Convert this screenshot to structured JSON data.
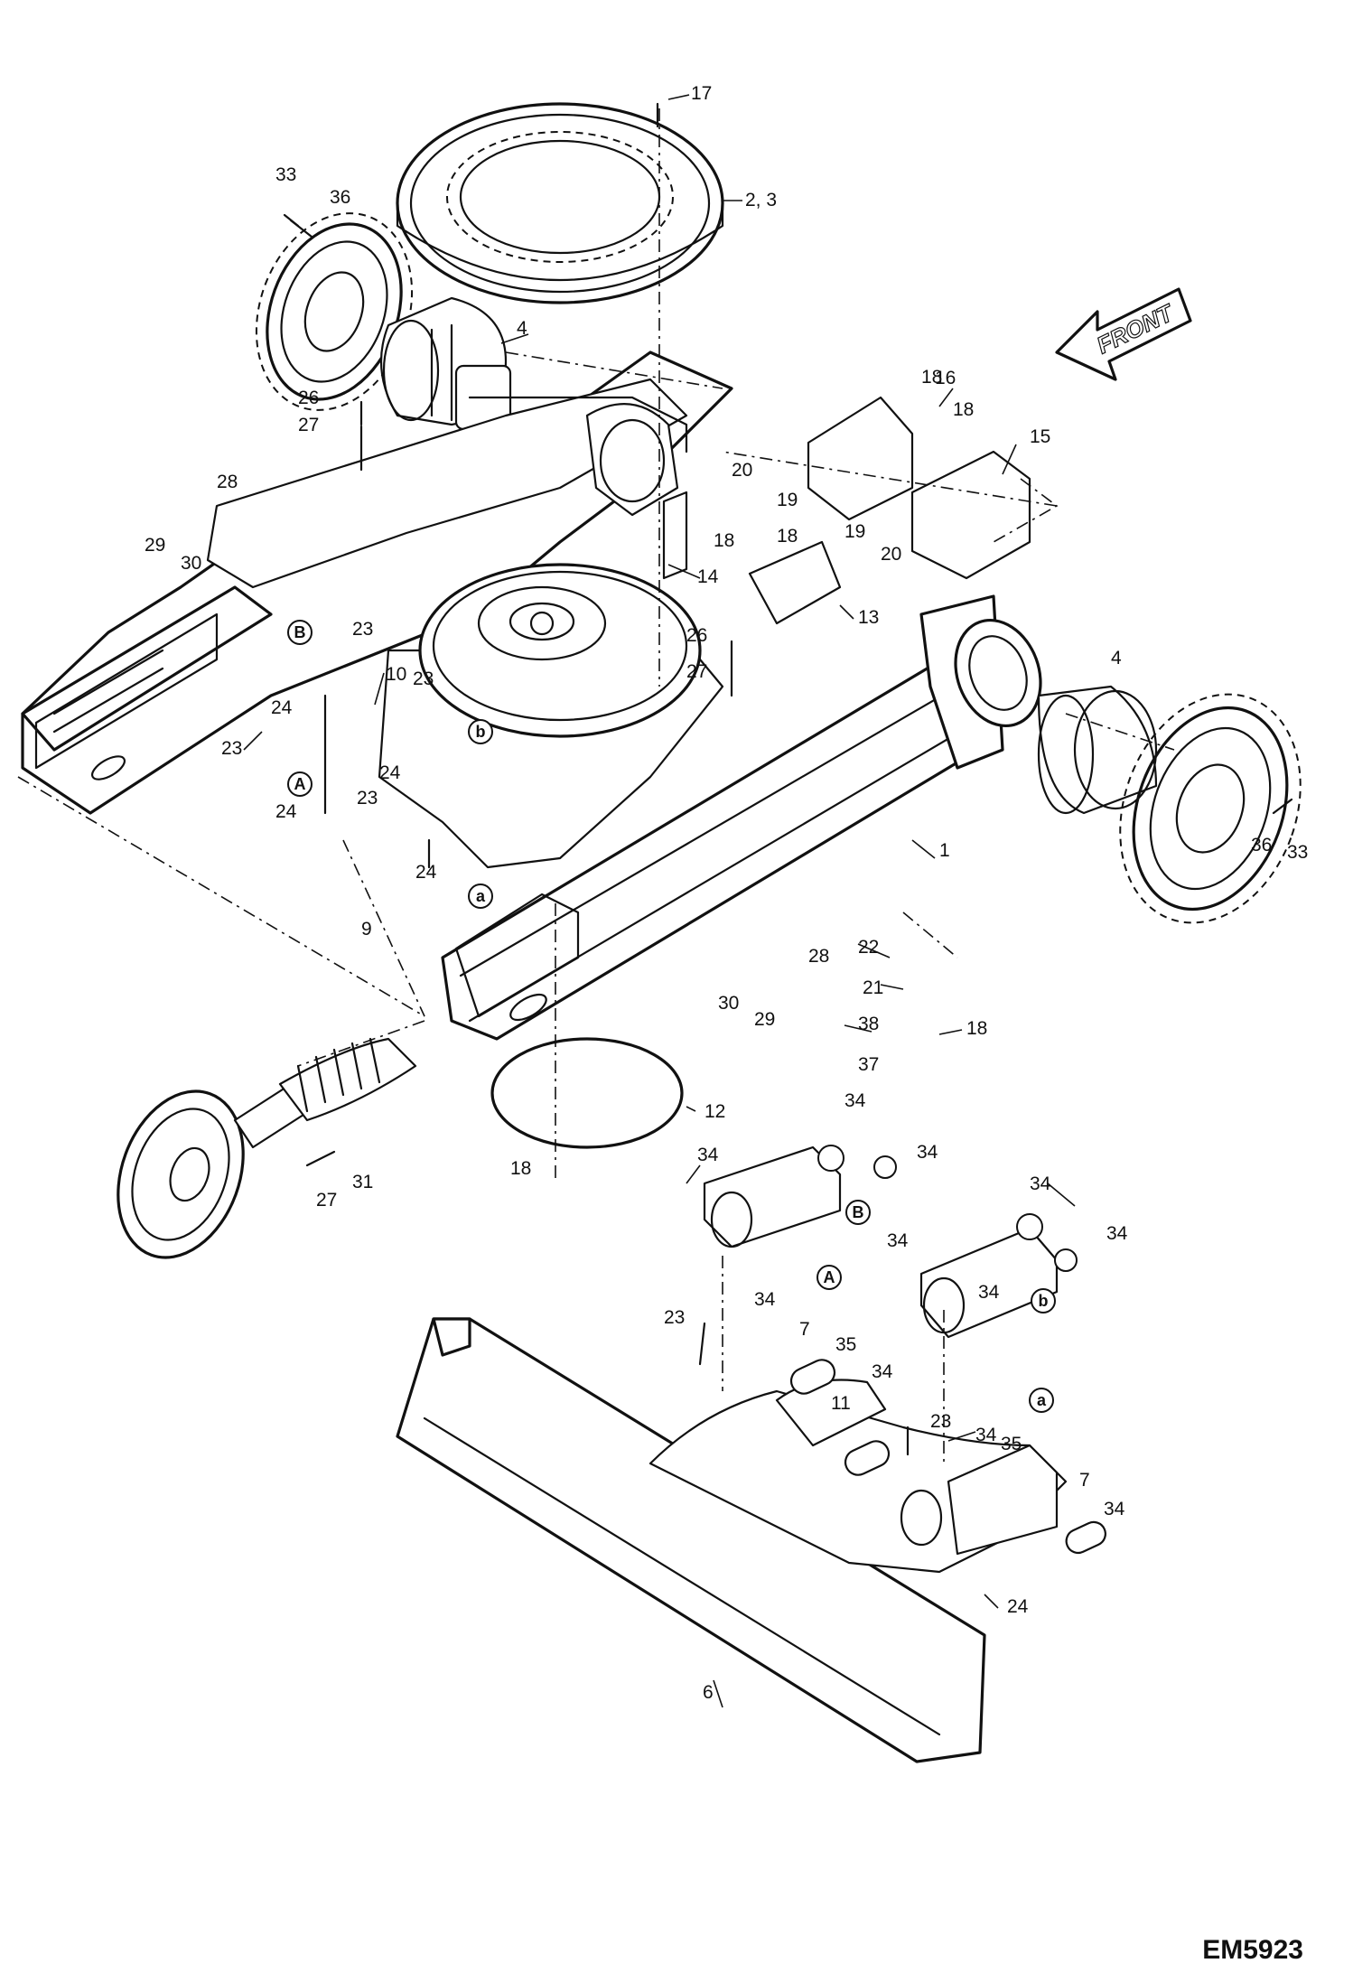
{
  "figure_id": "EM5923",
  "direction_label": "FRONT",
  "callouts": [
    "1",
    "2, 3",
    "4",
    "6",
    "7",
    "9",
    "10",
    "11",
    "12",
    "13",
    "14",
    "15",
    "16",
    "17",
    "18",
    "19",
    "20",
    "21",
    "22",
    "23",
    "24",
    "26",
    "27",
    "28",
    "29",
    "30",
    "31",
    "33",
    "34",
    "35",
    "36",
    "37",
    "38"
  ],
  "view_markers": [
    "A",
    "B",
    "a",
    "b"
  ]
}
